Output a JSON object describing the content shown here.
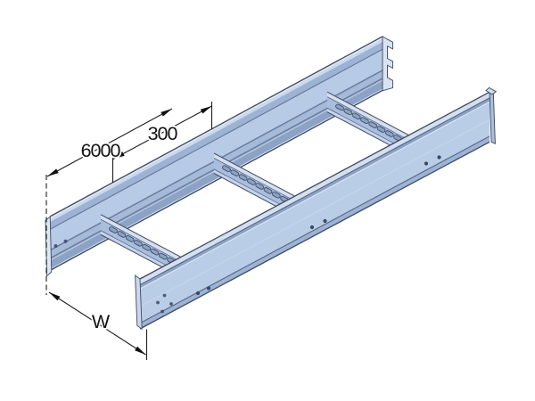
{
  "diagram": {
    "subject": "cable-ladder-isometric-drawing",
    "dimensions": {
      "length_label": "6000",
      "rung_spacing_label": "300",
      "width_label": "W"
    },
    "drawing": {
      "rung_count": 3,
      "slots_per_rung": 8,
      "rivet_pairs": 3,
      "colors": {
        "background": "#ffffff",
        "outline": "#3d4962",
        "dim_line": "#1c1c1c",
        "body": "#b7cbe6",
        "body_near": "#b9cde7",
        "flange_top": "#ccd9ec",
        "light_strip": "#d5e0ef",
        "mid": "#9db3d4",
        "rung_face": "#a9bedd",
        "shade": "#8ca3c5",
        "dark_line": "#6b7ea0",
        "slot_fill": "#8ba2c3",
        "highlight": "#e9f0f9",
        "end_cap": "#d8e2f1",
        "rivet": "#3b4763"
      }
    }
  }
}
